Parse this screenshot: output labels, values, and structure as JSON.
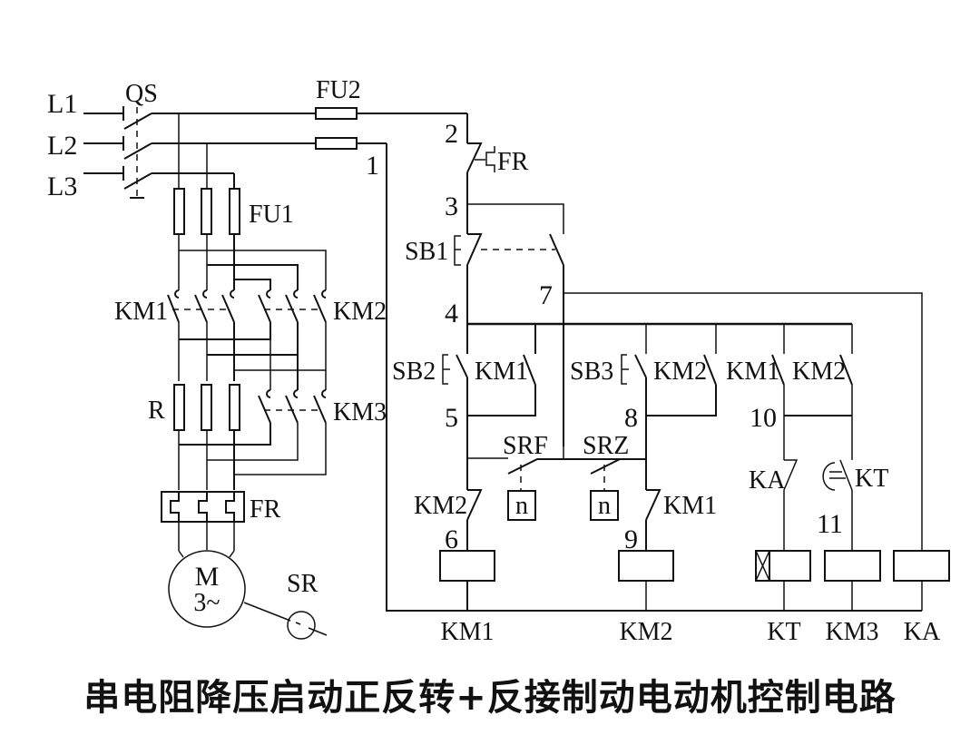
{
  "diagram": {
    "title": "串电阻降压启动正反转+反接制动电动机控制电路",
    "power_circuit": {
      "phases": [
        "L1",
        "L2",
        "L3"
      ],
      "main_switch": "QS",
      "main_fuses": "FU1",
      "control_fuse": "FU2",
      "forward_contactor": "KM1",
      "reverse_contactor": "KM2",
      "bypass_contactor": "KM3",
      "resistor": "R",
      "overload_relay": "FR",
      "motor": {
        "symbol": "M",
        "phase": "3~"
      },
      "speed_relay": "SR"
    },
    "control_circuit": {
      "nodes": [
        "1",
        "2",
        "3",
        "4",
        "5",
        "6",
        "7",
        "8",
        "9",
        "10",
        "11"
      ],
      "contacts": {
        "fr_nc": "FR",
        "stop_button": "SB1",
        "forward_button": "SB2",
        "reverse_button": "SB3",
        "km1_hold": "KM1",
        "km2_hold": "KM2",
        "srf": "SRF",
        "srz": "SRZ",
        "speed_sensor_f": "n",
        "speed_sensor_z": "n",
        "km2_interlock": "KM2",
        "km1_interlock": "KM1",
        "km1_parallel": "KM1",
        "km2_parallel": "KM2",
        "ka_nc": "KA",
        "kt_timed": "KT"
      },
      "coils": [
        "KM1",
        "KM2",
        "KT",
        "KM3",
        "KA"
      ]
    }
  }
}
